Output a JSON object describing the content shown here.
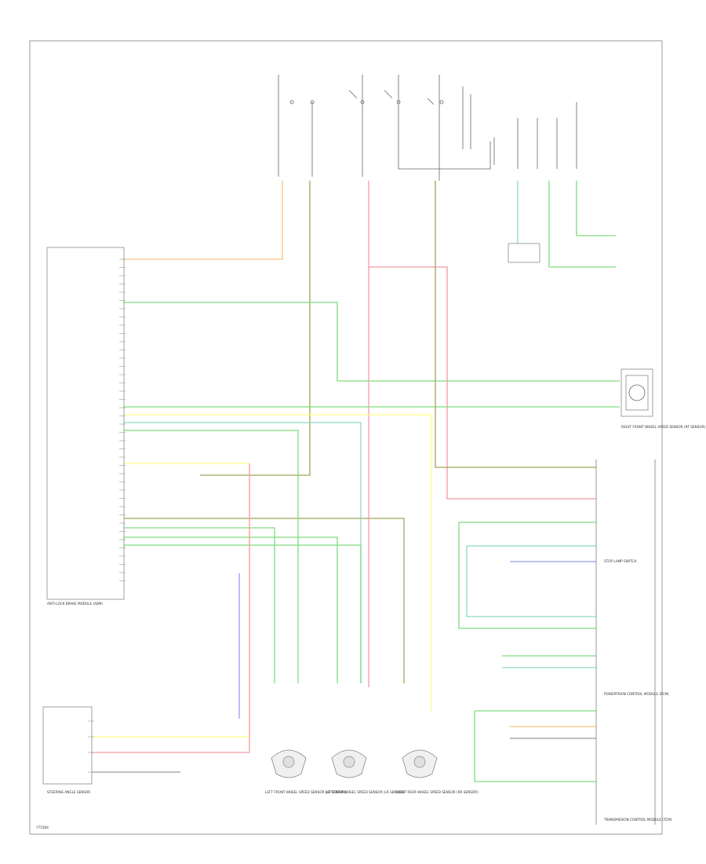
{
  "diagram": {
    "footer_code": "Y71584",
    "colors": {
      "orange": "#f5c67e",
      "olive": "#a3a35a",
      "pink": "#f49aa5",
      "green": "#7fdc7f",
      "teal": "#8fd8c8",
      "yellow": "#ffff88",
      "blue": "#9a9af0",
      "grey": "#9a9a9a"
    },
    "sensors": [
      {
        "key": "lf",
        "label": "LEFT FRONT WHEEL SPEED SENSOR (LF SENSOR)"
      },
      {
        "key": "lr",
        "label": "LEFT REAR WHEEL SPEED SENSOR (LR SENSOR)"
      },
      {
        "key": "rr",
        "label": "RIGHT REAR WHEEL SPEED SENSOR (RR SENSOR)"
      }
    ],
    "modules": [
      {
        "key": "abs",
        "label": "ANTI-LOCK BRAKE MODULE (ABM)"
      },
      {
        "key": "yaw",
        "label": "STEERING ANGLE SENSOR"
      },
      {
        "key": "rf",
        "label": "RIGHT FRONT WHEEL SPEED SENSOR (RF SENSOR)"
      },
      {
        "key": "stop",
        "label": "STOP LAMP SWITCH"
      },
      {
        "key": "pcm",
        "label": "POWERTRAIN CONTROL MODULE (PCM)"
      },
      {
        "key": "tcm",
        "label": "TRANSMISSION CONTROL MODULE (TCM)"
      }
    ]
  }
}
